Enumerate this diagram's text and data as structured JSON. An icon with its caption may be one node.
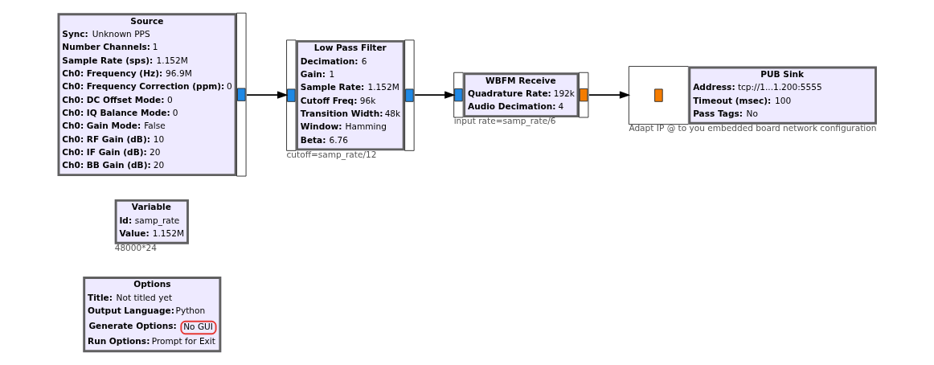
{
  "diagram": {
    "nodes": [
      {
        "text": [
          "Options",
          "Title: Not titled yet",
          "Output Language: Python",
          "Generate Options: No GUI",
          "Run Options: Prompt for Exit"
        ]
      },
      {
        "text": [
          "Variable",
          "Id: samp_rate",
          "Value: 1.152M"
        ],
        "beside": [
          "48000*24"
        ]
      },
      {
        "text": [
          "Source",
          "Sync: Unknown PPS",
          "Number Channels: 1",
          "Sample Rate (sps): 1.152M",
          "Ch0: Frequency (Hz): 96.9M",
          "Ch0: Frequency Correction (ppm): 0",
          "Ch0: DC Offset Mode: 0",
          "Ch0: IQ Balance Mode: 0",
          "Ch0: Gain Mode: False",
          "Ch0: RF Gain (dB): 10",
          "Ch0: IF Gain (dB): 20",
          "Ch0: BB Gain (dB): 20"
        ]
      },
      {
        "text": [
          "Low Pass Filter",
          "Decimation: 6",
          "Gain: 1",
          "Sample Rate: 1.152M",
          "Cutoff Freq: 96k",
          "Transition Width: 48k",
          "Window: Hamming",
          "Beta: 6.76"
        ],
        "beside": [
          "cutoff=samp_rate/12"
        ]
      },
      {
        "text": [
          "WBFM Receive",
          "Quadrature Rate: 192k",
          "Audio Decimation: 4"
        ],
        "beside": [
          "input rate=samp_rate/6"
        ]
      },
      {
        "text": [
          "PUB Sink",
          "Address: tcp://1...1.200:5555",
          "Timeout (msec): 100",
          "Pass Tags: No"
        ],
        "beside": [
          "Adapt IP @ to you embedded board network configuration"
        ]
      }
    ],
    "edges": [
      {
        "from": 2,
        "to": 3,
        "arrow": "to"
      },
      {
        "from": 3,
        "to": 4,
        "arrow": "to"
      },
      {
        "from": 4,
        "to": 5,
        "arrow": "to"
      }
    ]
  }
}
